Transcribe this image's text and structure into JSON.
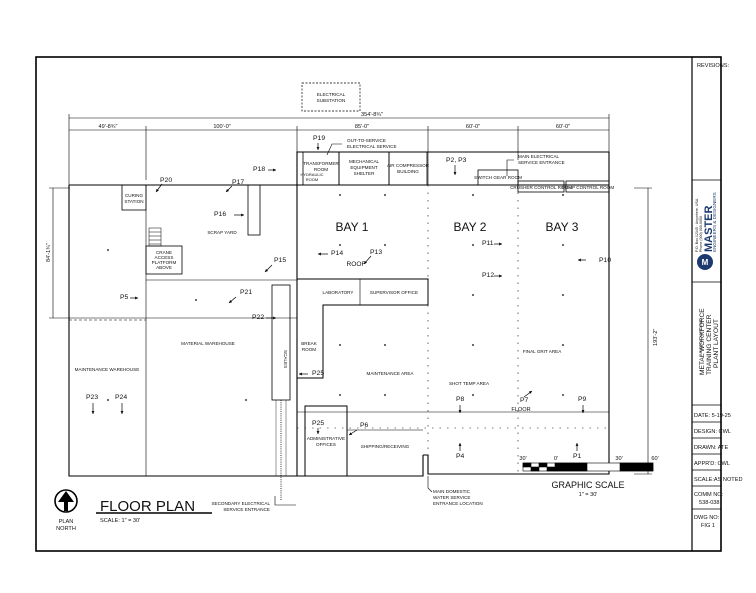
{
  "title_block": {
    "revisions": "REVISIONS:",
    "company_line1": "MASTER",
    "company_line2": "ENGINEERS & DESIGNERS",
    "company_address_1": "P.O. Box 12345 · Anywhere, USA",
    "company_address_2": "Phone (000) 000-0000",
    "project_name_1": "METAL WORKFORCE",
    "project_name_2": "TRAINING CENTER",
    "project_location": "BRISTOL, VIRGINIA",
    "sheet_title": "PLANT LAYOUT",
    "date": "DATE: 5-19-25",
    "design": "DESIGN: CWL",
    "drawn": "DRAWN: ATE",
    "apprd": "APPR'D: CWL",
    "scale": "SCALE:AS NOTED",
    "comm_label": "COMM NO:",
    "comm_value": "538-038",
    "dwg_label": "DWG NO:",
    "dwg_value": "FIG 1"
  },
  "plan": {
    "title": "FLOOR PLAN",
    "scale_text": "SCALE:   1\" = 30'",
    "north_1": "PLAN",
    "north_2": "NORTH"
  },
  "graphic_scale": {
    "ticks": [
      "30'",
      "0'",
      "30'",
      "60'"
    ],
    "title": "GRAPHIC SCALE",
    "ratio": "1\" = 30'"
  },
  "dimensions": {
    "overall": "354'-8¾\"",
    "seg_1": "49'-8¾\"",
    "seg_2": "100'-0\"",
    "seg_3": "85'-0\"",
    "seg_4": "60'-0\"",
    "seg_5": "60'-0\"",
    "left_height": "84'-1¾\"",
    "right_height": "193'-2\""
  },
  "rooms": {
    "substation_1": "ELECTRICAL",
    "substation_2": "SUBSTATION",
    "transformer_1": "TRANSFORMER",
    "transformer_2": "ROOM",
    "mech_1": "MECHANICAL",
    "mech_2": "EQUIPMENT",
    "mech_3": "SHELTER",
    "air_comp_1": "AIR COMPRESSOR",
    "air_comp_2": "BUILDING",
    "hydraulic_1": "HYDRAULIC",
    "hydraulic_2": "ROOM",
    "switch_gear": "SWITCH GEAR ROOM",
    "crusher_control": "CRUSHER CONTROL ROOM",
    "pump_control": "PUMP CONTROL ROOM",
    "curing_1": "CURING",
    "curing_2": "STATION",
    "crane_1": "CRANE",
    "crane_2": "ACCESS",
    "crane_3": "PLATFORM",
    "crane_4": "ABOVE",
    "scrap_yard": "SCRAP YARD",
    "bay1": "BAY 1",
    "bay2": "BAY 2",
    "bay3": "BAY 3",
    "roof": "ROOF",
    "laboratory": "LABORATORY",
    "supervisor": "SUPERVISOR OFFICE",
    "material_warehouse": "MATERIAL WAREHOUSE",
    "maintenance_warehouse": "MAINTENANCE WAREHOUSE",
    "scales": "SCALES",
    "break_1": "BREAK",
    "break_2": "ROOM",
    "maintenance_area": "MAINTENANCE AREA",
    "final_grit": "FINAL GRIT AREA",
    "shot_temp": "SHOT TEMP AREA",
    "floor": "FLOOR",
    "admin_1": "ADMINISTRATIVE",
    "admin_2": "OFFICES",
    "shipping": "SHIPPING/RECEIVING"
  },
  "callouts": {
    "out_of_service_1": "OUT-TO-SERVICE",
    "out_of_service_2": "ELECTRICAL SERVICE",
    "main_elec_1": "MAIN ELECTRICAL",
    "main_elec_2": "SERVICE ENTRANCE",
    "secondary_1": "SECONDARY ELECTRICAL",
    "secondary_2": "SERVICE ENTRANCE",
    "domestic_1": "MAIN DOMESTIC",
    "domestic_2": "WATER SERVICE",
    "domestic_3": "ENTRANCE LOCATION"
  },
  "points": [
    "P19",
    "P20",
    "P17",
    "P18",
    "P16",
    "P15",
    "P14",
    "P13",
    "P21",
    "P22",
    "P5",
    "P25",
    "P25",
    "P23",
    "P24",
    "P6",
    "P2, P3",
    "P11",
    "P12",
    "P10",
    "P8",
    "P7",
    "P9",
    "P4",
    "P1"
  ]
}
